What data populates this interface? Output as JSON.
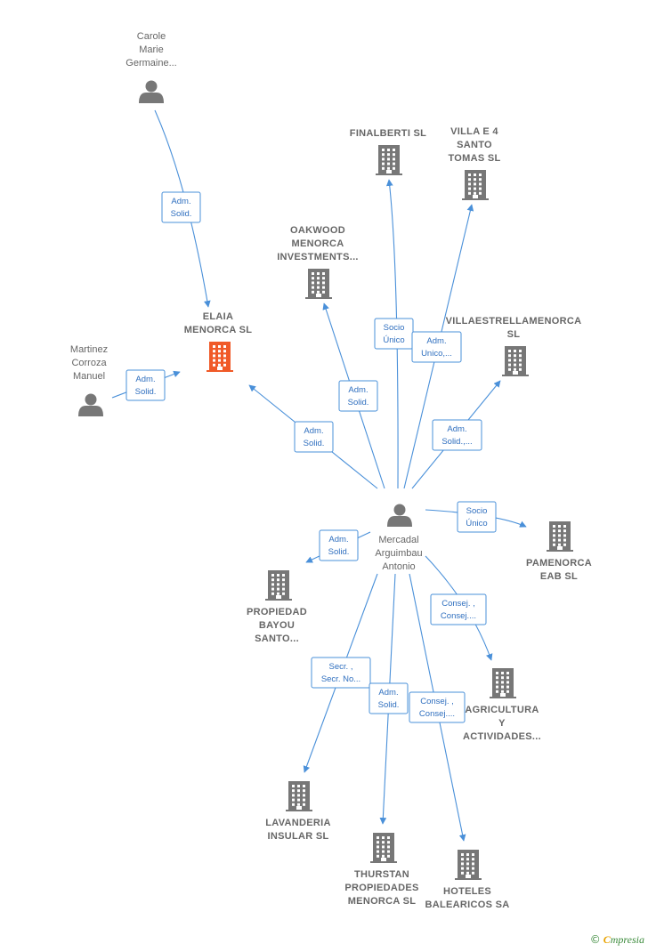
{
  "colors": {
    "edge": "#4a90d9",
    "edge_text": "#2f6fbf",
    "icon": "#777777",
    "focus_icon": "#f05a28",
    "label": "#666666"
  },
  "nodes": [
    {
      "id": "carole",
      "kind": "person",
      "lines": [
        "Carole",
        "Marie",
        "Germaine..."
      ]
    },
    {
      "id": "elaia",
      "kind": "company",
      "focus": true,
      "lines": [
        "ELAIA",
        "MENORCA  SL"
      ]
    },
    {
      "id": "martinez",
      "kind": "person",
      "lines": [
        "Martinez",
        "Corroza",
        "Manuel"
      ]
    },
    {
      "id": "finalberti",
      "kind": "company",
      "lines": [
        "FINALBERTI  SL"
      ]
    },
    {
      "id": "villa",
      "kind": "company",
      "lines": [
        "VILLA E 4",
        "SANTO",
        "TOMAS SL"
      ]
    },
    {
      "id": "oakwood",
      "kind": "company",
      "lines": [
        "OAKWOOD",
        "MENORCA",
        "INVESTMENTS..."
      ]
    },
    {
      "id": "villaestrella",
      "kind": "company",
      "lines": [
        "VILLAESTRELLAMENORCA",
        "SL"
      ]
    },
    {
      "id": "mercadal",
      "kind": "person",
      "lines": [
        "Mercadal",
        "Arguimbau",
        "Antonio"
      ]
    },
    {
      "id": "pamenorca",
      "kind": "company",
      "lines": [
        "PAMENORCA",
        "EAB  SL"
      ]
    },
    {
      "id": "propiedad",
      "kind": "company",
      "lines": [
        "PROPIEDAD",
        "BAYOU",
        "SANTO..."
      ]
    },
    {
      "id": "agricultura",
      "kind": "company",
      "lines": [
        "AGRICULTURA",
        "Y",
        "ACTIVIDADES..."
      ]
    },
    {
      "id": "lavanderia",
      "kind": "company",
      "lines": [
        "LAVANDERIA",
        "INSULAR  SL"
      ]
    },
    {
      "id": "thurstan",
      "kind": "company",
      "lines": [
        "THURSTAN",
        "PROPIEDADES",
        "MENORCA  SL"
      ]
    },
    {
      "id": "hoteles",
      "kind": "company",
      "lines": [
        "HOTELES",
        "BALEARICOS SA"
      ]
    }
  ],
  "edges": [
    {
      "from": "carole",
      "to": "elaia",
      "label": [
        "Adm.",
        "Solid."
      ]
    },
    {
      "from": "martinez",
      "to": "elaia",
      "label": [
        "Adm.",
        "Solid."
      ]
    },
    {
      "from": "mercadal",
      "to": "elaia",
      "label": [
        "Adm.",
        "Solid."
      ]
    },
    {
      "from": "mercadal",
      "to": "oakwood",
      "label": [
        "Adm.",
        "Solid."
      ]
    },
    {
      "from": "mercadal",
      "to": "finalberti",
      "label": [
        "Socio",
        "Único"
      ]
    },
    {
      "from": "mercadal",
      "to": "villa",
      "label": [
        "Adm.",
        "Unico,..."
      ]
    },
    {
      "from": "mercadal",
      "to": "villaestrella",
      "label": [
        "Adm.",
        "Solid.,..."
      ]
    },
    {
      "from": "mercadal",
      "to": "pamenorca",
      "label": [
        "Socio",
        "Único"
      ]
    },
    {
      "from": "mercadal",
      "to": "propiedad",
      "label": [
        "Adm.",
        "Solid."
      ]
    },
    {
      "from": "mercadal",
      "to": "agricultura",
      "label": [
        "Consej. ,",
        "Consej...."
      ]
    },
    {
      "from": "mercadal",
      "to": "lavanderia",
      "label": [
        "Secr. ,",
        "Secr. No..."
      ]
    },
    {
      "from": "mercadal",
      "to": "thurstan",
      "label": [
        "Adm.",
        "Solid."
      ]
    },
    {
      "from": "mercadal",
      "to": "hoteles",
      "label": [
        "Consej. ,",
        "Consej...."
      ]
    }
  ],
  "watermark": {
    "symbol": "©",
    "brand_first": "C",
    "brand_rest": "mpresia"
  }
}
